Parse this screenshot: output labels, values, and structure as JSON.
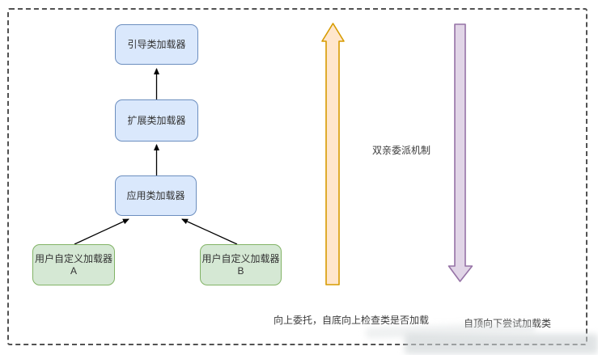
{
  "diagram": {
    "boxes": [
      {
        "id": "bootstrap-loader",
        "label": "引导类加载器"
      },
      {
        "id": "extension-loader",
        "label": "扩展类加载器"
      },
      {
        "id": "application-loader",
        "label": "应用类加载器"
      },
      {
        "id": "custom-loader-a",
        "label": "用户自定义加载器A"
      },
      {
        "id": "custom-loader-b",
        "label": "用户自定义加载器B"
      }
    ],
    "annotations": {
      "mechanism_label": "双亲委派机制",
      "upward_note": "向上委托，自底向上检查类是否加载",
      "downward_note": "自顶向下尝试加载类"
    },
    "arrows": {
      "upward_delegation": "orange-up-arrow",
      "downward_loading": "purple-down-arrow"
    }
  },
  "colors": {
    "box_blue_fill": "#dae8fc",
    "box_blue_stroke": "#6c8ebf",
    "box_green_fill": "#d5e8d4",
    "box_green_stroke": "#82b366",
    "arrow_orange_fill": "#ffe6cc",
    "arrow_orange_stroke": "#d79b00",
    "arrow_purple_fill": "#e1d5e7",
    "arrow_purple_stroke": "#9673a6",
    "connector": "#000000",
    "text": "#3a3a3a",
    "frame_dash": "#525252"
  }
}
